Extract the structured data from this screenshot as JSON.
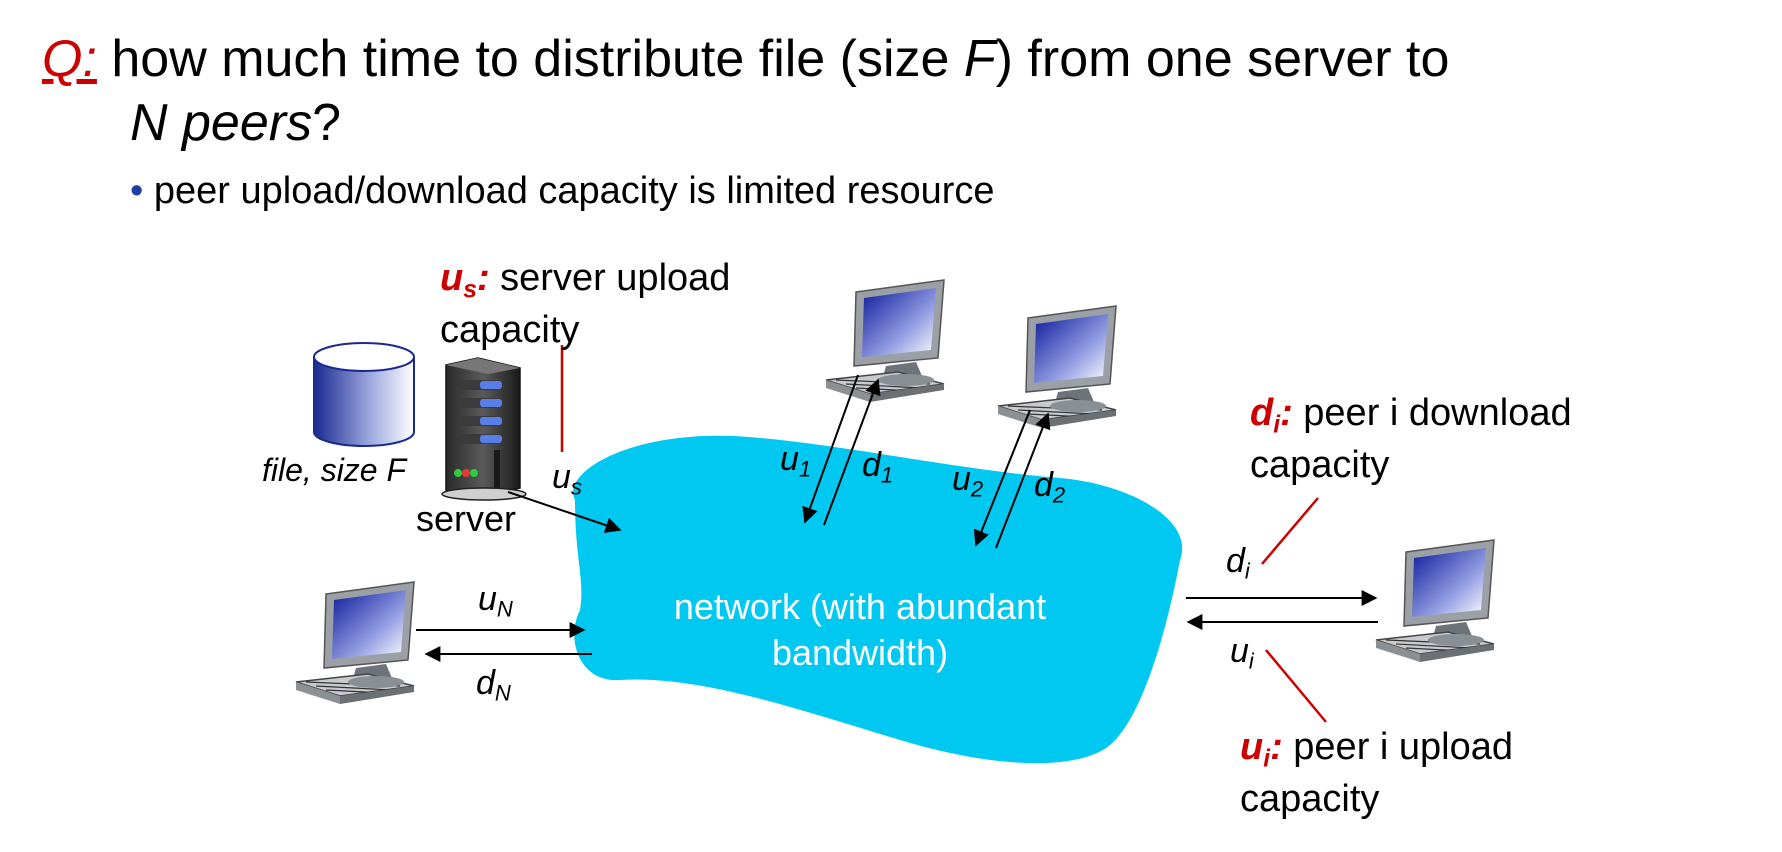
{
  "question": {
    "q": "Q:",
    "line1_a": "how much time to distribute file (size",
    "line1_f": "F",
    "line1_b": ") from one server to",
    "line2_n": "N",
    "line2_peers": "peers",
    "line2_end": "?"
  },
  "bullet": "peer upload/download capacity is limited resource",
  "cloud_label_1": "network (with abundant",
  "cloud_label_2": "bandwidth)",
  "file_label": "file, size F",
  "server_label": "server",
  "callouts": {
    "us": {
      "sym": "u",
      "sub": "s",
      "colon": ":",
      "line1": " server upload",
      "line2": "capacity"
    },
    "di": {
      "sym": "d",
      "sub": "i",
      "colon": ":",
      "line1": " peer i download",
      "line2": "capacity"
    },
    "ui": {
      "sym": "u",
      "sub": "i",
      "colon": ":",
      "line1": " peer i upload",
      "line2": "capacity"
    }
  },
  "links": {
    "us": {
      "sym": "u",
      "sub": "s"
    },
    "u1": {
      "sym": "u",
      "sub": "1"
    },
    "d1": {
      "sym": "d",
      "sub": "1"
    },
    "u2": {
      "sym": "u",
      "sub": "2"
    },
    "d2": {
      "sym": "d",
      "sub": "2"
    },
    "uN": {
      "sym": "u",
      "sub": "N"
    },
    "dN": {
      "sym": "d",
      "sub": "N"
    },
    "di": {
      "sym": "d",
      "sub": "i"
    },
    "ui": {
      "sym": "u",
      "sub": "i"
    }
  },
  "colors": {
    "accent": "#cc0000",
    "cloud": "#00c8f0",
    "bullet": "#1f3fa0"
  },
  "icons": [
    "database-icon",
    "server-icon",
    "computer-icon"
  ]
}
